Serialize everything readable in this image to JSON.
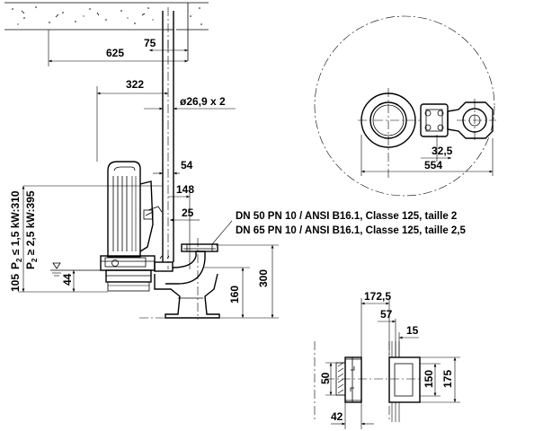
{
  "side_view": {
    "dims": {
      "d75": "75",
      "d625": "625",
      "d322": "322",
      "pipe": "ø26,9 x 2",
      "d54": "54",
      "d148": "148",
      "d25": "25",
      "d300": "300",
      "d160": "160",
      "d44": "44",
      "d105": "105"
    },
    "power_labels": {
      "p1": "P",
      "p1_sub": "2",
      "p1_text": " ≤ 1,5 kW:310",
      "p2": "P",
      "p2_sub": "2",
      "p2_text": " ≥ 2,5 kW:395"
    },
    "flange_labels": [
      "DN 50 PN 10 / ANSI B16.1, Classe 125, taille 2",
      "DN 65 PN 10 / ANSI B16.1, Classe 125, taille 2,5"
    ]
  },
  "top_view": {
    "dims": {
      "d32_5": "32,5",
      "d554": "554"
    }
  },
  "flange_detail": {
    "dims": {
      "d172_5": "172,5",
      "d57": "57",
      "d15": "15",
      "d50": "50",
      "d150": "150",
      "d175": "175",
      "d42": "42"
    }
  }
}
